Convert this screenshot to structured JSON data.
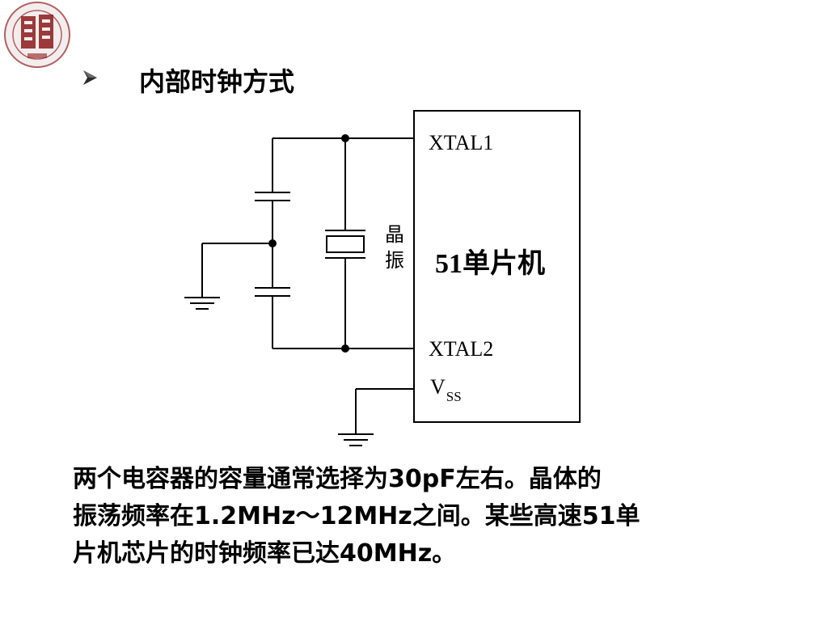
{
  "logo": {
    "icon": "university-seal-icon",
    "colors": {
      "seal": "#8b1a1a",
      "ring": "#b06060"
    }
  },
  "bullet": {
    "icon": "arrow-bullet-icon",
    "color": "#2a2a2a"
  },
  "heading": "内部时钟方式",
  "diagram": {
    "pin_xtal1": "XTAL1",
    "pin_xtal2": "XTAL2",
    "pin_vss_main": "V",
    "pin_vss_sub": "SS",
    "chip_label": "51单片机",
    "crystal_label_top": "晶",
    "crystal_label_bottom": "振",
    "icons": [
      "capacitor-icon",
      "crystal-oscillator-icon",
      "ground-icon"
    ]
  },
  "paragraph": {
    "lines": [
      " 两个电容器的容量通常选择为30pF左右。晶体的",
      "振荡频率在1.2MHz～12MHz之间。某些高速51单",
      "片机芯片的时钟频率已达40MHz。"
    ]
  }
}
